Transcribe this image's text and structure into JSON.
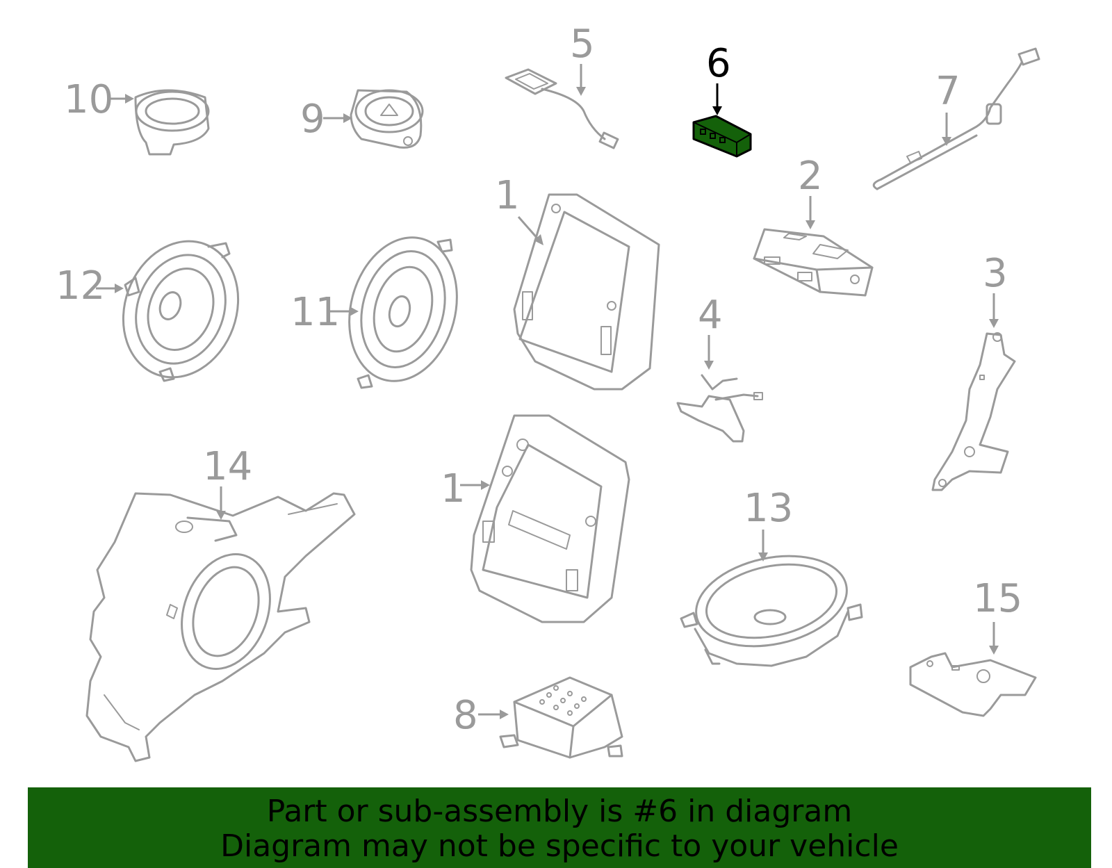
{
  "colors": {
    "part_stroke": "#9a9a9a",
    "highlight_fill": "#14610a",
    "highlight_stroke": "#000000",
    "banner_bg": "#14610a"
  },
  "highlighted_part": "6",
  "callouts": {
    "c1a": "1",
    "c1b": "1",
    "c2": "2",
    "c3": "3",
    "c4": "4",
    "c5": "5",
    "c6": "6",
    "c7": "7",
    "c8": "8",
    "c9": "9",
    "c10": "10",
    "c11": "11",
    "c12": "12",
    "c13": "13",
    "c14": "14",
    "c15": "15"
  },
  "banner": {
    "line1": "Part or sub-assembly is #6 in diagram",
    "line2": "Diagram may not be specific to your vehicle"
  }
}
